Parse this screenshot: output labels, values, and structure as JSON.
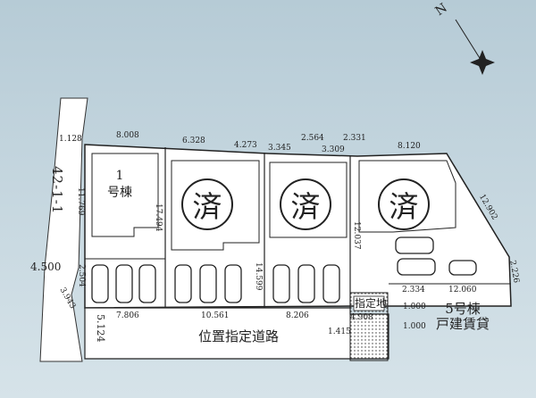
{
  "compass": {
    "north_label": "N",
    "icon": "compass-rose-icon"
  },
  "road_number": "42-1-1",
  "houses": {
    "house1": "1\n号棟"
  },
  "sold_marks": [
    "済",
    "済",
    "済"
  ],
  "lot_labels": {
    "designated_land": "指定地"
  },
  "rental": {
    "line1": "5号棟",
    "line2": "戸建賃貸"
  },
  "road": {
    "name": "位置指定道路"
  },
  "dimensions": {
    "top": [
      "1.128",
      "8.008",
      "6.328",
      "4.273",
      "3.345",
      "2.564",
      "3.309",
      "2.331",
      "8.120"
    ],
    "right": [
      "12.902",
      "2.226"
    ],
    "left_vertical": [
      "11.769",
      "2.504"
    ],
    "left": [
      "4.500",
      "3.943"
    ],
    "inner_vertical": [
      "17.494",
      "14.599",
      "12.037"
    ],
    "bottom": [
      "7.806",
      "10.561",
      "8.206"
    ],
    "lot5": [
      "2.334",
      "12.060",
      "1.000",
      "1.000"
    ],
    "misc": [
      "4.908",
      "1.415",
      "5.124"
    ]
  },
  "colors": {
    "sky_top": "#b6cbd6",
    "sky_bottom": "#d6e3e9",
    "lot_fill": "#ffffff",
    "line": "#222222"
  }
}
